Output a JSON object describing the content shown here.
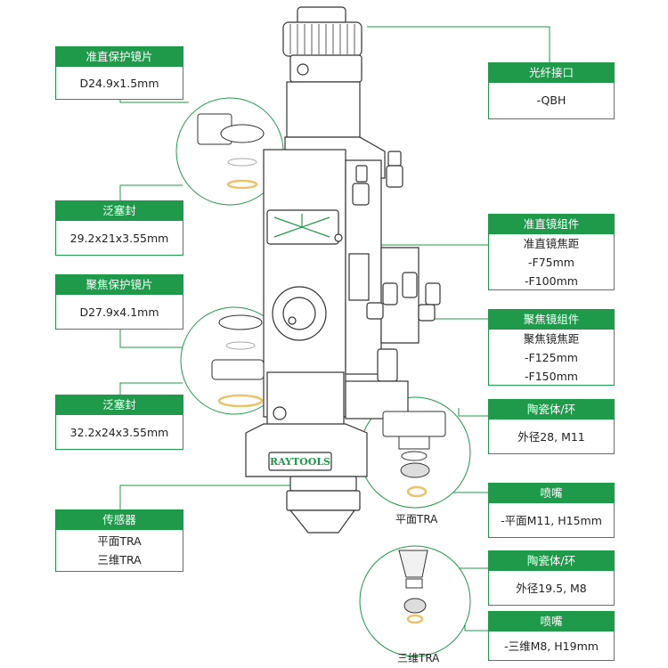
{
  "callouts": {
    "collimator_protective_lens": {
      "title": "准直保护镜片",
      "lines": [
        "D24.9x1.5mm"
      ]
    },
    "seal_top": {
      "title": "泛塞封",
      "lines": [
        "29.2x21x3.55mm"
      ]
    },
    "focus_protective_lens": {
      "title": "聚焦保护镜片",
      "lines": [
        "D27.9x4.1mm"
      ]
    },
    "seal_bottom": {
      "title": "泛塞封",
      "lines": [
        "32.2x24x3.55mm"
      ]
    },
    "sensor": {
      "title": "传感器",
      "lines": [
        "平面TRA",
        "三维TRA"
      ]
    },
    "fiber_interface": {
      "title": "光纤接口",
      "lines": [
        "-QBH"
      ]
    },
    "collimator_assembly": {
      "title": "准直镜组件",
      "lines": [
        "准直镜焦距",
        "-F75mm",
        "-F100mm"
      ]
    },
    "focus_assembly": {
      "title": "聚焦镜组件",
      "lines": [
        "聚焦镜焦距",
        "-F125mm",
        "-F150mm"
      ]
    },
    "ceramic_ring_2d": {
      "title": "陶瓷体/环",
      "lines": [
        "外径28, M11"
      ]
    },
    "nozzle_2d": {
      "title": "喷嘴",
      "lines": [
        "-平面M11, H15mm"
      ]
    },
    "ceramic_ring_3d": {
      "title": "陶瓷体/环",
      "lines": [
        "外径19.5, M8"
      ]
    },
    "nozzle_3d": {
      "title": "喷嘴",
      "lines": [
        "-三维M8, H19mm"
      ]
    }
  },
  "captions": {
    "flat_tra": "平面TRA",
    "threed_tra": "三维TRA"
  },
  "brand_label": "RAYTOOLS",
  "colors": {
    "accent": "#1f9a4b",
    "outline": "#333333",
    "highlight_ring": "#e8c46a"
  }
}
